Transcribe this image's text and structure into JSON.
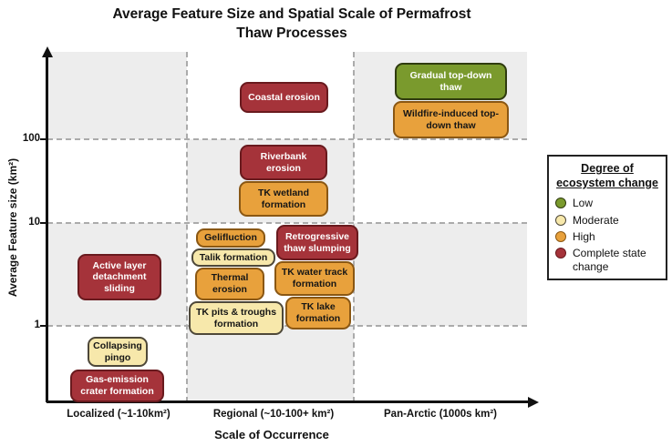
{
  "title": {
    "line1": "Average Feature Size and Spatial Scale of Permafrost",
    "line2": "Thaw Processes"
  },
  "y_axis": {
    "label": "Average Feature size (km²)",
    "ticks": [
      "100",
      "10",
      "1"
    ]
  },
  "x_axis": {
    "label": "Scale of Occurrence",
    "categories": [
      "Localized (~1-10km²)",
      "Regional (~10-100+ km²)",
      "Pan-Arctic (1000s km²)"
    ]
  },
  "legend": {
    "title_line1": "Degree of",
    "title_line2": "ecosystem change",
    "items": [
      {
        "label": "Low",
        "color": "#7A9A2D"
      },
      {
        "label": "Moderate",
        "color": "#F7E8AB"
      },
      {
        "label": "High",
        "color": "#E8A13C"
      },
      {
        "label": "Complete state change",
        "color": "#A5333A"
      }
    ]
  },
  "colors": {
    "low_green": "#7A9A2D",
    "moderate_yellow": "#F7E8AB",
    "high_orange": "#E8A13C",
    "complete_state_change_red": "#A5333A",
    "band_gray": "#EDEDED"
  },
  "chart_data": {
    "type": "scatter",
    "title": "Average Feature Size and Spatial Scale of Permafrost Thaw Processes",
    "xlabel": "Scale of Occurrence",
    "ylabel": "Average Feature size (km²)",
    "x_categories": [
      "Localized (~1-10km²)",
      "Regional (~10-100+ km²)",
      "Pan-Arctic (1000s km²)"
    ],
    "y_scale": "log",
    "y_ticks": [
      1,
      10,
      100
    ],
    "grid": "dashed",
    "legend_title": "Degree of ecosystem change",
    "legend_position": "right",
    "processes": [
      {
        "name": "Active layer detachment sliding",
        "scale": "Localized",
        "feature_size_km2": "~3",
        "ecosystem_change": "Complete state change"
      },
      {
        "name": "Collapsing pingo",
        "scale": "Localized",
        "feature_size_km2": "~0.5",
        "ecosystem_change": "Moderate"
      },
      {
        "name": "Gas-emission crater formation",
        "scale": "Localized",
        "feature_size_km2": "~0.2",
        "ecosystem_change": "Complete state change"
      },
      {
        "name": "Gelifluction",
        "scale": "Regional",
        "feature_size_km2": "~7",
        "ecosystem_change": "High"
      },
      {
        "name": "Talik formation",
        "scale": "Regional",
        "feature_size_km2": "~5",
        "ecosystem_change": "Moderate"
      },
      {
        "name": "Thermal erosion",
        "scale": "Regional",
        "feature_size_km2": "~3",
        "ecosystem_change": "High"
      },
      {
        "name": "TK pits & troughs formation",
        "scale": "Regional",
        "feature_size_km2": "~1",
        "ecosystem_change": "Moderate"
      },
      {
        "name": "Retrogressive thaw slumping",
        "scale": "Regional",
        "feature_size_km2": "~7",
        "ecosystem_change": "Complete state change"
      },
      {
        "name": "TK water track formation",
        "scale": "Regional",
        "feature_size_km2": "~3",
        "ecosystem_change": "High"
      },
      {
        "name": "TK lake formation",
        "scale": "Regional",
        "feature_size_km2": "~1.3",
        "ecosystem_change": "High"
      },
      {
        "name": "TK wetland formation",
        "scale": "Regional",
        "feature_size_km2": "~20",
        "ecosystem_change": "High"
      },
      {
        "name": "Riverbank erosion",
        "scale": "Regional",
        "feature_size_km2": "~50",
        "ecosystem_change": "Complete state change"
      },
      {
        "name": "Coastal erosion",
        "scale": "Regional",
        "feature_size_km2": "~300",
        "ecosystem_change": "Complete state change"
      },
      {
        "name": "Wildfire-induced top-down thaw",
        "scale": "Pan-Arctic",
        "feature_size_km2": "~170",
        "ecosystem_change": "High"
      },
      {
        "name": "Gradual top-down thaw",
        "scale": "Pan-Arctic",
        "feature_size_km2": "~500",
        "ecosystem_change": "Low"
      }
    ]
  }
}
